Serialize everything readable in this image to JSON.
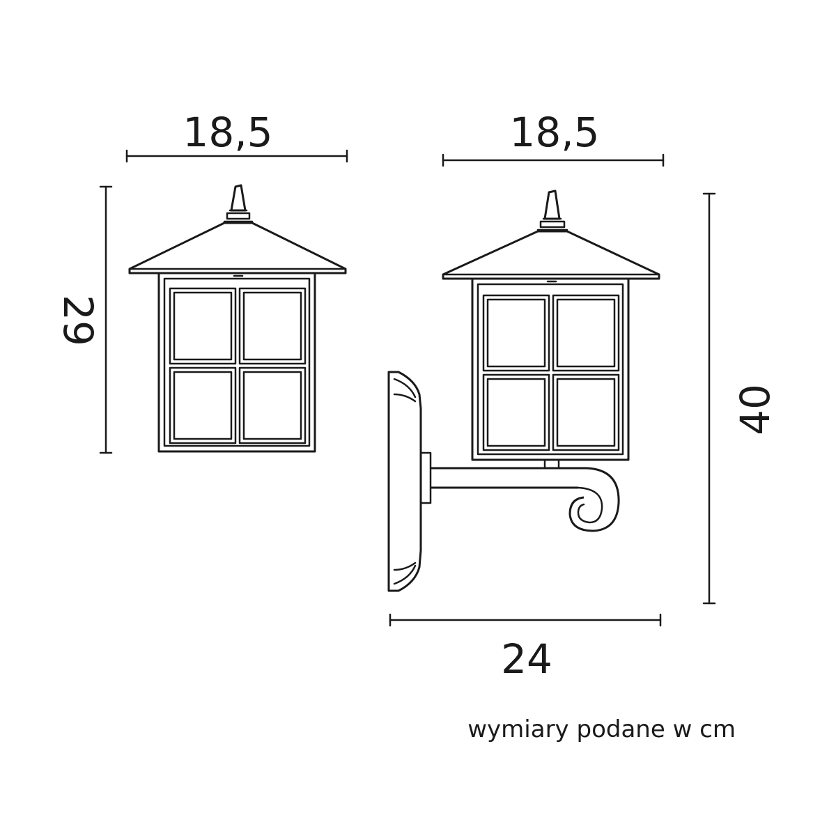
{
  "dimensions": {
    "front_width": "18,5",
    "front_height": "29",
    "side_width": "18,5",
    "side_height": "40",
    "side_depth": "24"
  },
  "note": "wymiary podane w cm"
}
